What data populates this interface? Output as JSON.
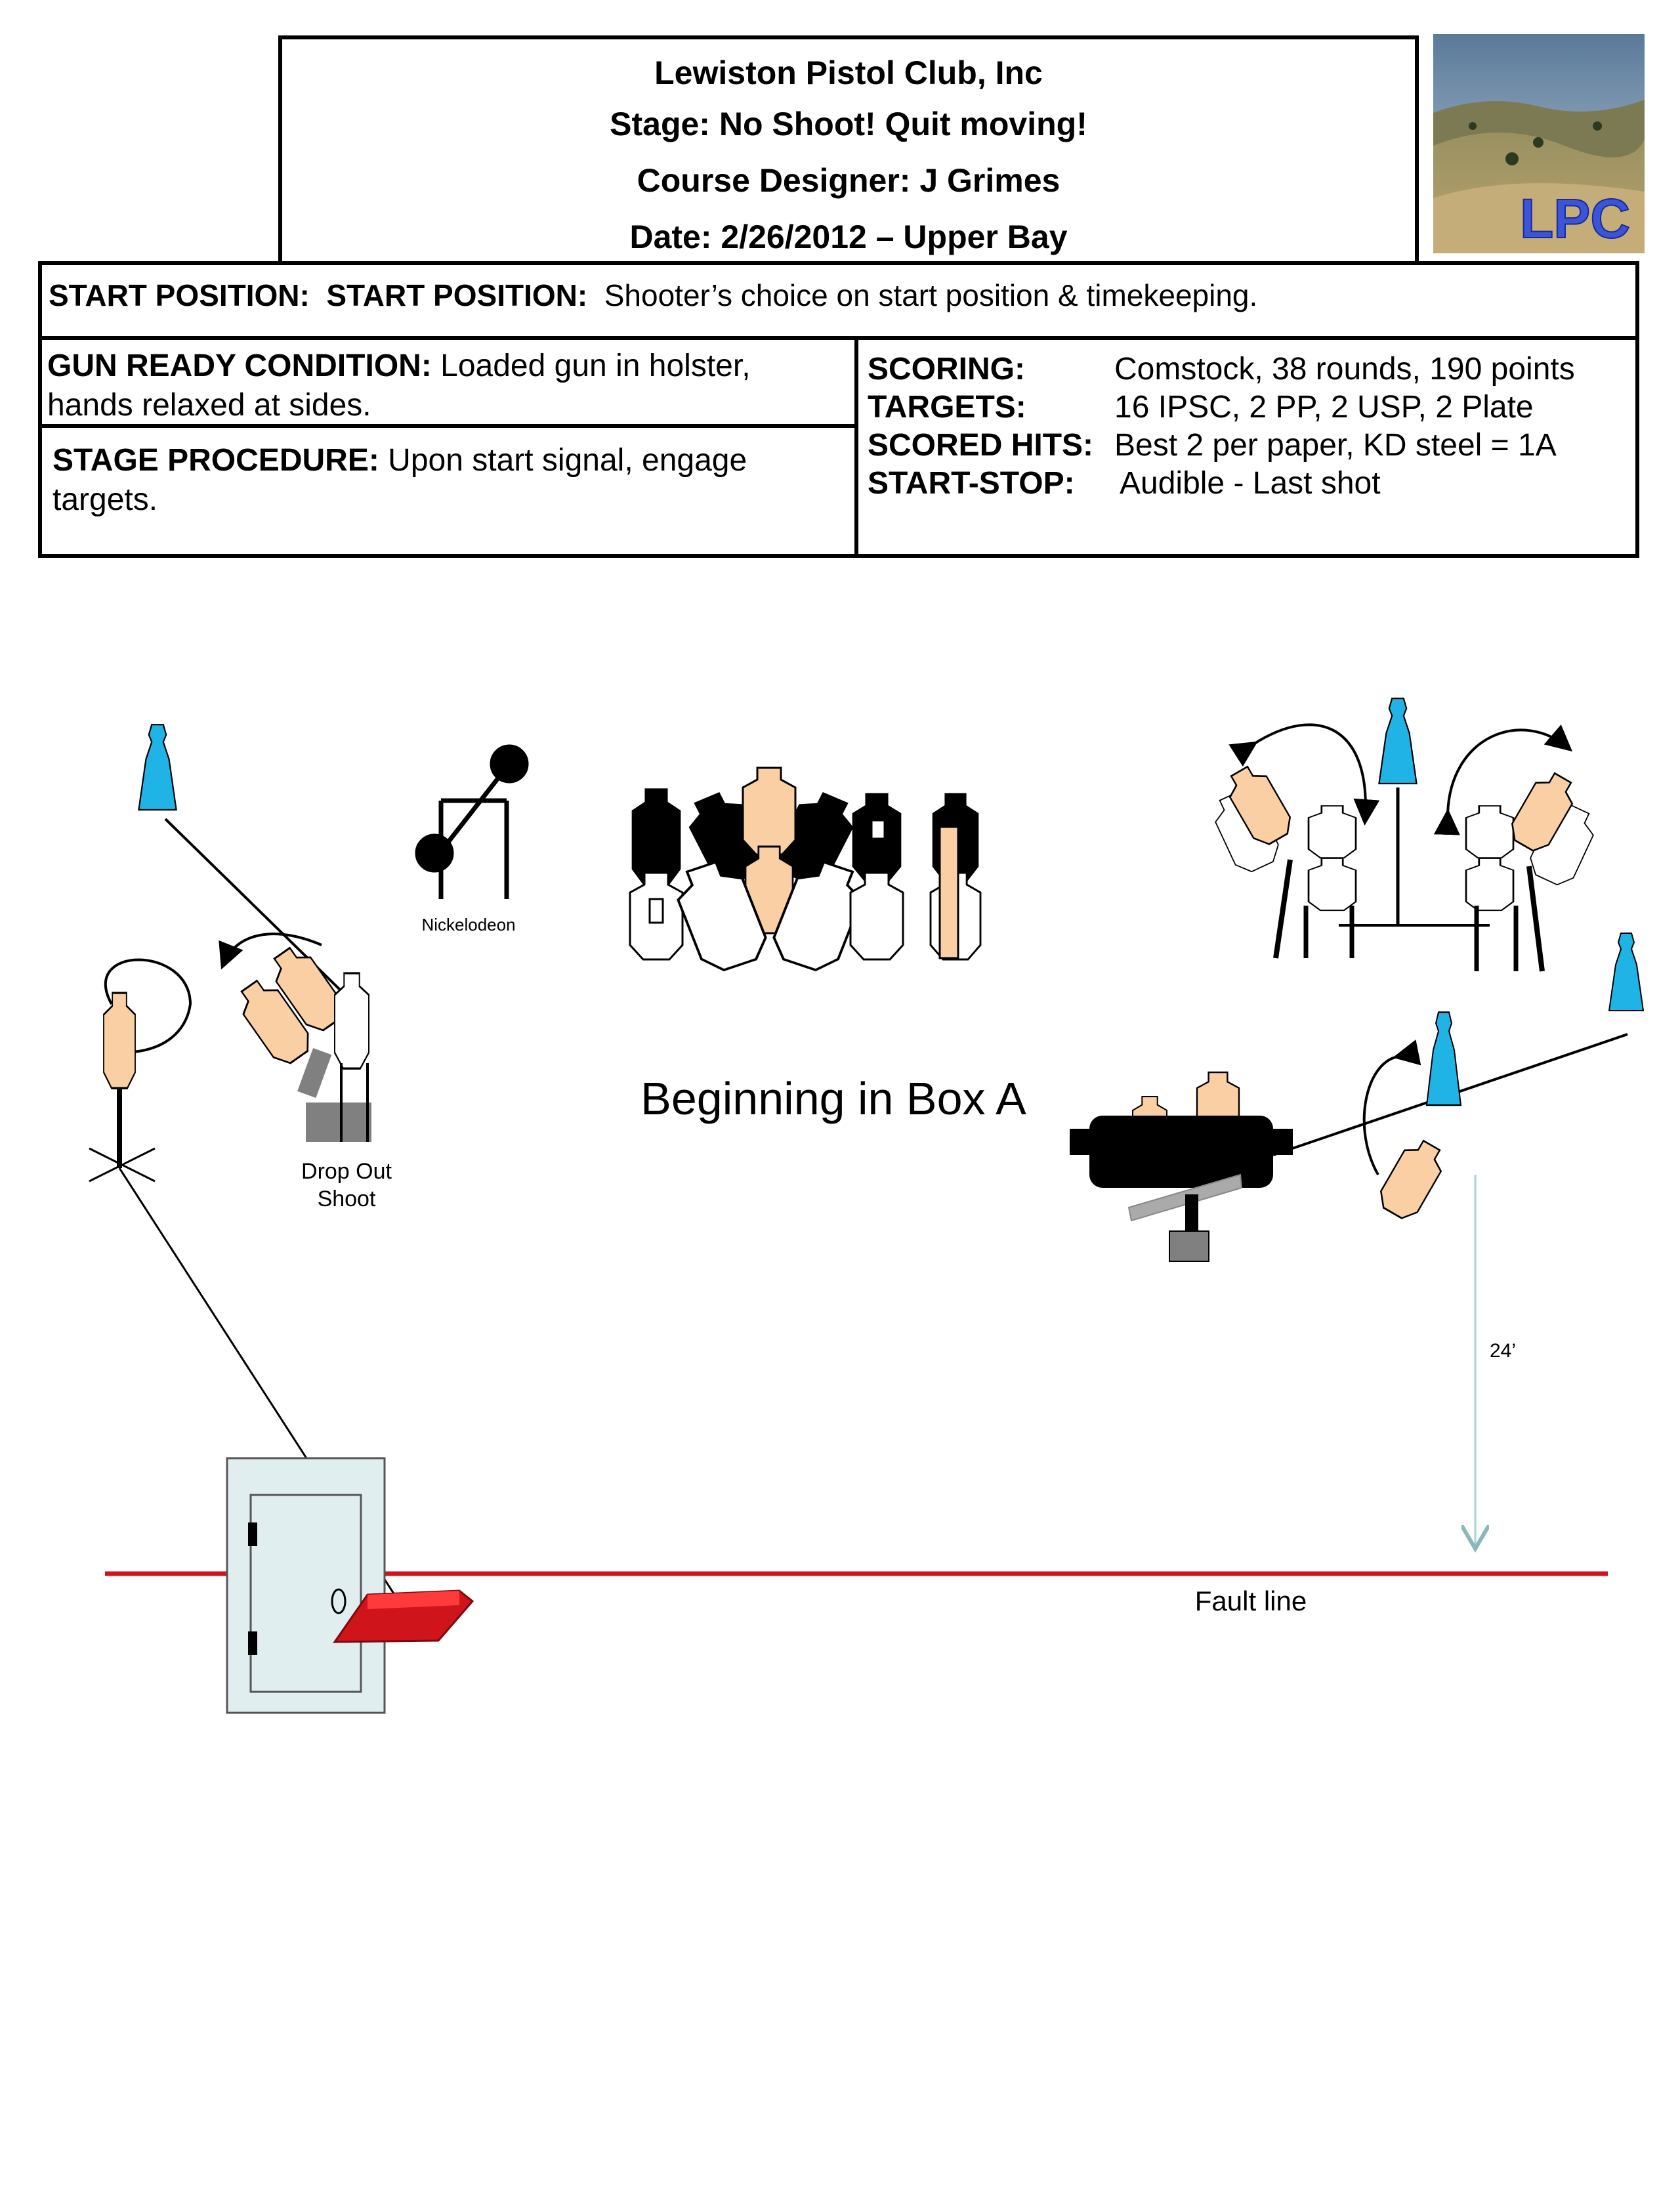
{
  "header": {
    "club": "Lewiston Pistol Club, Inc",
    "stage": "Stage:  No Shoot! Quit moving!",
    "designer": "Course Designer: J Grimes",
    "date": "Date: 2/26/2012 – Upper Bay",
    "logo_text": "LPC"
  },
  "start_position": {
    "label": "START POSITION:",
    "label2": "START POSITION:",
    "text": "Shooter’s choice on start position & timekeeping."
  },
  "gun_ready": {
    "label": "GUN READY CONDITION:",
    "text": "Loaded gun in holster,",
    "text2": "hands relaxed at sides."
  },
  "stage_procedure": {
    "label": "STAGE PROCEDURE:",
    "text": "Upon start signal, engage",
    "text2": "targets."
  },
  "scoring": [
    {
      "label": "SCORING:",
      "value": "Comstock, 38 rounds, 190 points"
    },
    {
      "label": "TARGETS:",
      "value": "16 IPSC, 2 PP, 2 USP, 2 Plate"
    },
    {
      "label": "SCORED HITS:",
      "value": "Best 2 per paper, KD steel = 1A"
    },
    {
      "label": "START-STOP:",
      "value": "Audible - Last shot"
    }
  ],
  "diagram": {
    "nickelodeon": "Nickelodeon",
    "drop_out_1": "Drop Out",
    "drop_out_2": "Shoot",
    "box_a": "Beginning in Box A",
    "distance": "24’",
    "fault_line": "Fault line"
  },
  "colors": {
    "tan": "#f9cfa3",
    "blue": "#1fb3e6",
    "fault_red": "#d0141c",
    "door_fill": "#e0eef0",
    "gray": "#808080"
  }
}
